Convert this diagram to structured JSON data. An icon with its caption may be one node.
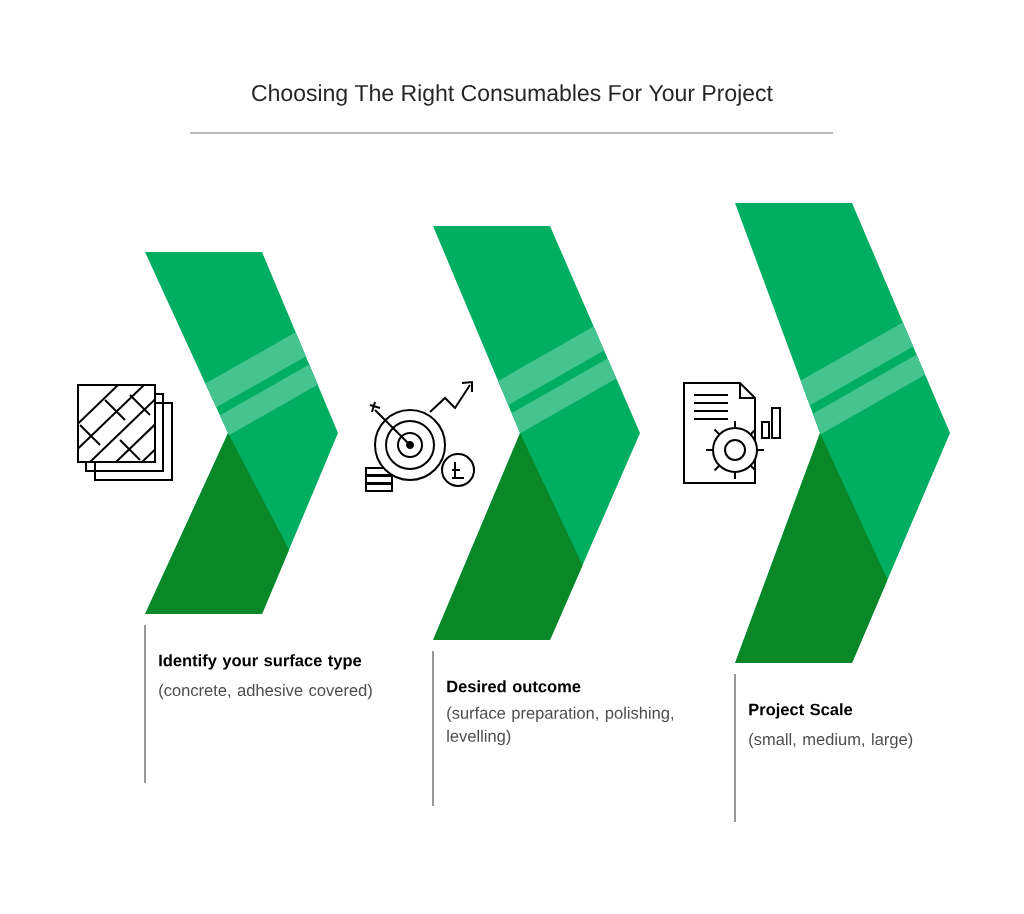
{
  "diagram": {
    "title": "Choosing The Right Consumables For Your Project",
    "nodes": [
      {
        "text": [],
        "shape": "chevron",
        "beside": [
          "Identify your surface type",
          "(concrete, adhesive covered)"
        ]
      },
      {
        "text": [],
        "shape": "chevron",
        "beside": [
          "Desired outcome",
          "(surface preparation, polishing, levelling)"
        ]
      },
      {
        "text": [],
        "shape": "chevron",
        "beside": [
          "Project Scale",
          "(small, medium, large)"
        ]
      }
    ]
  }
}
